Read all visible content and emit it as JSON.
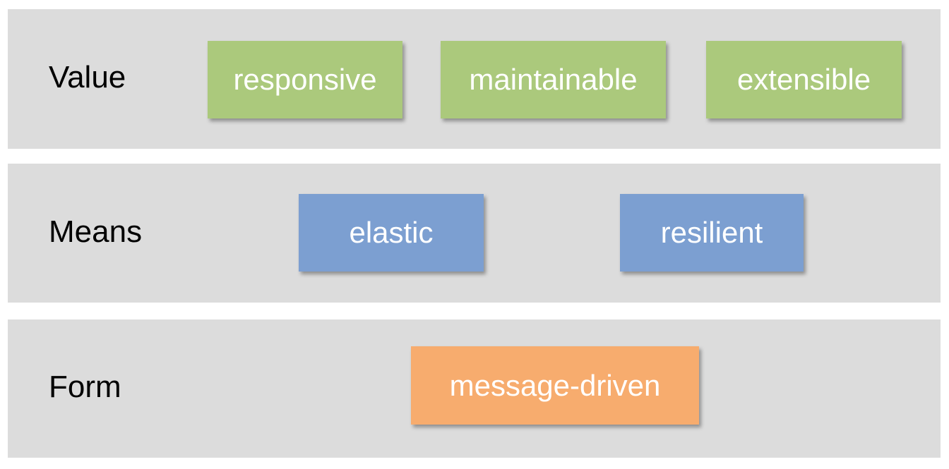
{
  "diagram": {
    "rows": [
      {
        "label": "Value",
        "boxes": [
          {
            "label": "responsive"
          },
          {
            "label": "maintainable"
          },
          {
            "label": "extensible"
          }
        ]
      },
      {
        "label": "Means",
        "boxes": [
          {
            "label": "elastic"
          },
          {
            "label": "resilient"
          }
        ]
      },
      {
        "label": "Form",
        "boxes": [
          {
            "label": "message-driven"
          }
        ]
      }
    ],
    "colors": {
      "page_background": "#ffffff",
      "band_background": "#dcdcdc",
      "value_box_green": "#abc97c",
      "means_box_blue": "#7c9fd1",
      "form_box_orange": "#f7ac6e",
      "row_label_text": "#000000",
      "box_label_text": "#ffffff"
    }
  }
}
